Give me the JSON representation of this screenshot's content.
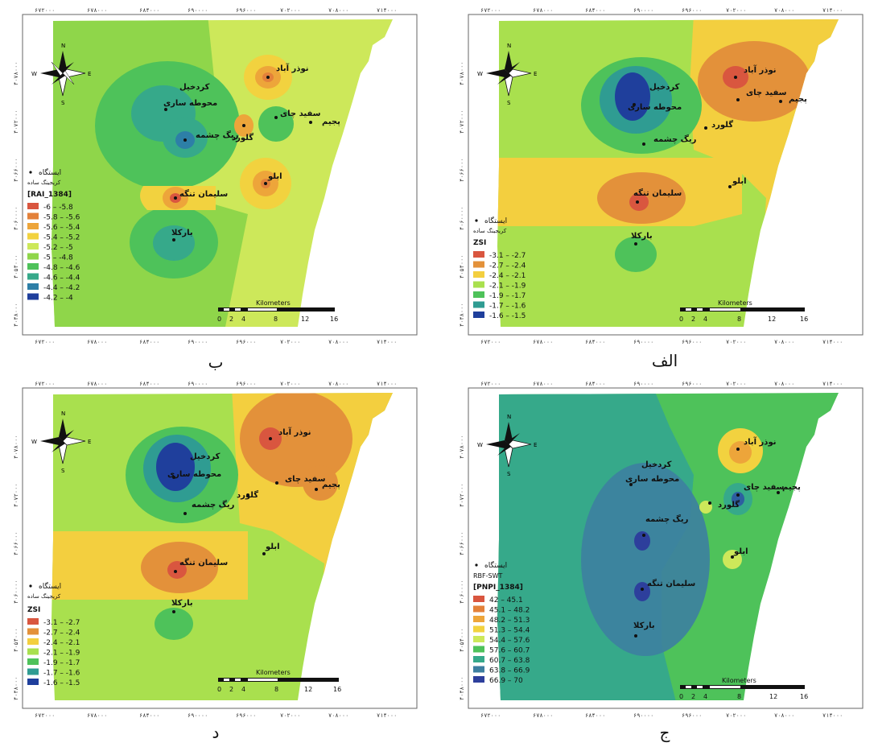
{
  "panels": [
    {
      "id": "top-left",
      "caption": "ب",
      "legend": {
        "point_label": "ایستگاه",
        "method_label": "کریجینگ ساده",
        "title": "[RAI_1384]",
        "classes": [
          {
            "label": "-6 – -5.8",
            "color": "#d9563f"
          },
          {
            "label": "-5.8 – -5.6",
            "color": "#e3813a"
          },
          {
            "label": "-5.6 – -5.4",
            "color": "#eda53a"
          },
          {
            "label": "-5.4 – -5.2",
            "color": "#f2d23f"
          },
          {
            "label": "-5.2 – -5",
            "color": "#cde85a"
          },
          {
            "label": "-5 – -4.8",
            "color": "#8fd64a"
          },
          {
            "label": "-4.8 – -4.6",
            "color": "#4ec25a"
          },
          {
            "label": "-4.6 – -4.4",
            "color": "#36a98a"
          },
          {
            "label": "-4.4 – -4.2",
            "color": "#2d7fa7"
          },
          {
            "label": "-4.2 – -4",
            "color": "#1f3f9c"
          }
        ]
      }
    },
    {
      "id": "top-right",
      "caption": "الف",
      "legend": {
        "point_label": "ایستگاه",
        "method_label": "کریجینگ ساده",
        "title": "ZSI",
        "classes": [
          {
            "label": "-3.1 – -2.7",
            "color": "#d9563f"
          },
          {
            "label": "-2.7 – -2.4",
            "color": "#e3913a"
          },
          {
            "label": "-2.4 – -2.1",
            "color": "#f3cf3f"
          },
          {
            "label": "-2.1 – -1.9",
            "color": "#a9e04e"
          },
          {
            "label": "-1.9 – -1.7",
            "color": "#4ec25a"
          },
          {
            "label": "-1.7 – -1.6",
            "color": "#2f9c92"
          },
          {
            "label": "-1.6 – -1.5",
            "color": "#1f3f9c"
          }
        ]
      }
    },
    {
      "id": "bottom-left",
      "caption": "د",
      "legend": {
        "point_label": "ایستگاه",
        "method_label": "کریجینگ ساده",
        "title": "ZSI",
        "classes": [
          {
            "label": "-3.1 – -2.7",
            "color": "#d9563f"
          },
          {
            "label": "-2.7 – -2.4",
            "color": "#e3913a"
          },
          {
            "label": "-2.4 – -2.1",
            "color": "#f3cf3f"
          },
          {
            "label": "-2.1 – -1.9",
            "color": "#a9e04e"
          },
          {
            "label": "-1.9 – -1.7",
            "color": "#4ec25a"
          },
          {
            "label": "-1.7 – -1.6",
            "color": "#2f9c92"
          },
          {
            "label": "-1.6 – -1.5",
            "color": "#1f3f9c"
          }
        ]
      }
    },
    {
      "id": "bottom-right",
      "caption": "ج",
      "legend": {
        "point_label": "ایستگاه",
        "method_label": "RBF-SWT",
        "title": "[PNPI_1384]",
        "classes": [
          {
            "label": "42 – 45.1",
            "color": "#d9563f"
          },
          {
            "label": "45.1 – 48.2",
            "color": "#e3813a"
          },
          {
            "label": "48.2 – 51.3",
            "color": "#eda53a"
          },
          {
            "label": "51.3 – 54.4",
            "color": "#f2d23f"
          },
          {
            "label": "54.4 – 57.6",
            "color": "#cde85a"
          },
          {
            "label": "57.6 – 60.7",
            "color": "#4ec25a"
          },
          {
            "label": "60.7 – 63.8",
            "color": "#36a98a"
          },
          {
            "label": "63.8 – 66.9",
            "color": "#3d7fa0"
          },
          {
            "label": "66.9 – 70",
            "color": "#2d3f9c"
          }
        ]
      }
    }
  ],
  "stations": [
    "نوذر آباد",
    "کردخیل",
    "محوطه ساری",
    "سفید چای",
    "پجیم",
    "گلورد",
    "ریگ چشمه",
    "ابلو",
    "سلیمان تنگه",
    "بارکلا"
  ],
  "x_ticks": [
    "۶۷۲۰۰۰",
    "۶۷۸۰۰۰",
    "۶۸۴۰۰۰",
    "۶۹۰۰۰۰",
    "۶۹۶۰۰۰",
    "۷۰۲۰۰۰",
    "۷۰۸۰۰۰",
    "۷۱۴۰۰۰"
  ],
  "y_ticks": [
    "۴۰۷۸۰۰۰",
    "۴۰۷۲۰۰۰",
    "۴۰۶۶۰۰۰",
    "۴۰۶۰۰۰۰",
    "۴۰۵۴۰۰۰",
    "۴۰۴۸۰۰۰"
  ],
  "scale_bar": {
    "title": "Kilometers",
    "labels": [
      "0",
      "2",
      "4",
      "8",
      "12",
      "16"
    ]
  },
  "compass": {
    "n": "N",
    "s": "S",
    "e": "E",
    "w": "W"
  }
}
